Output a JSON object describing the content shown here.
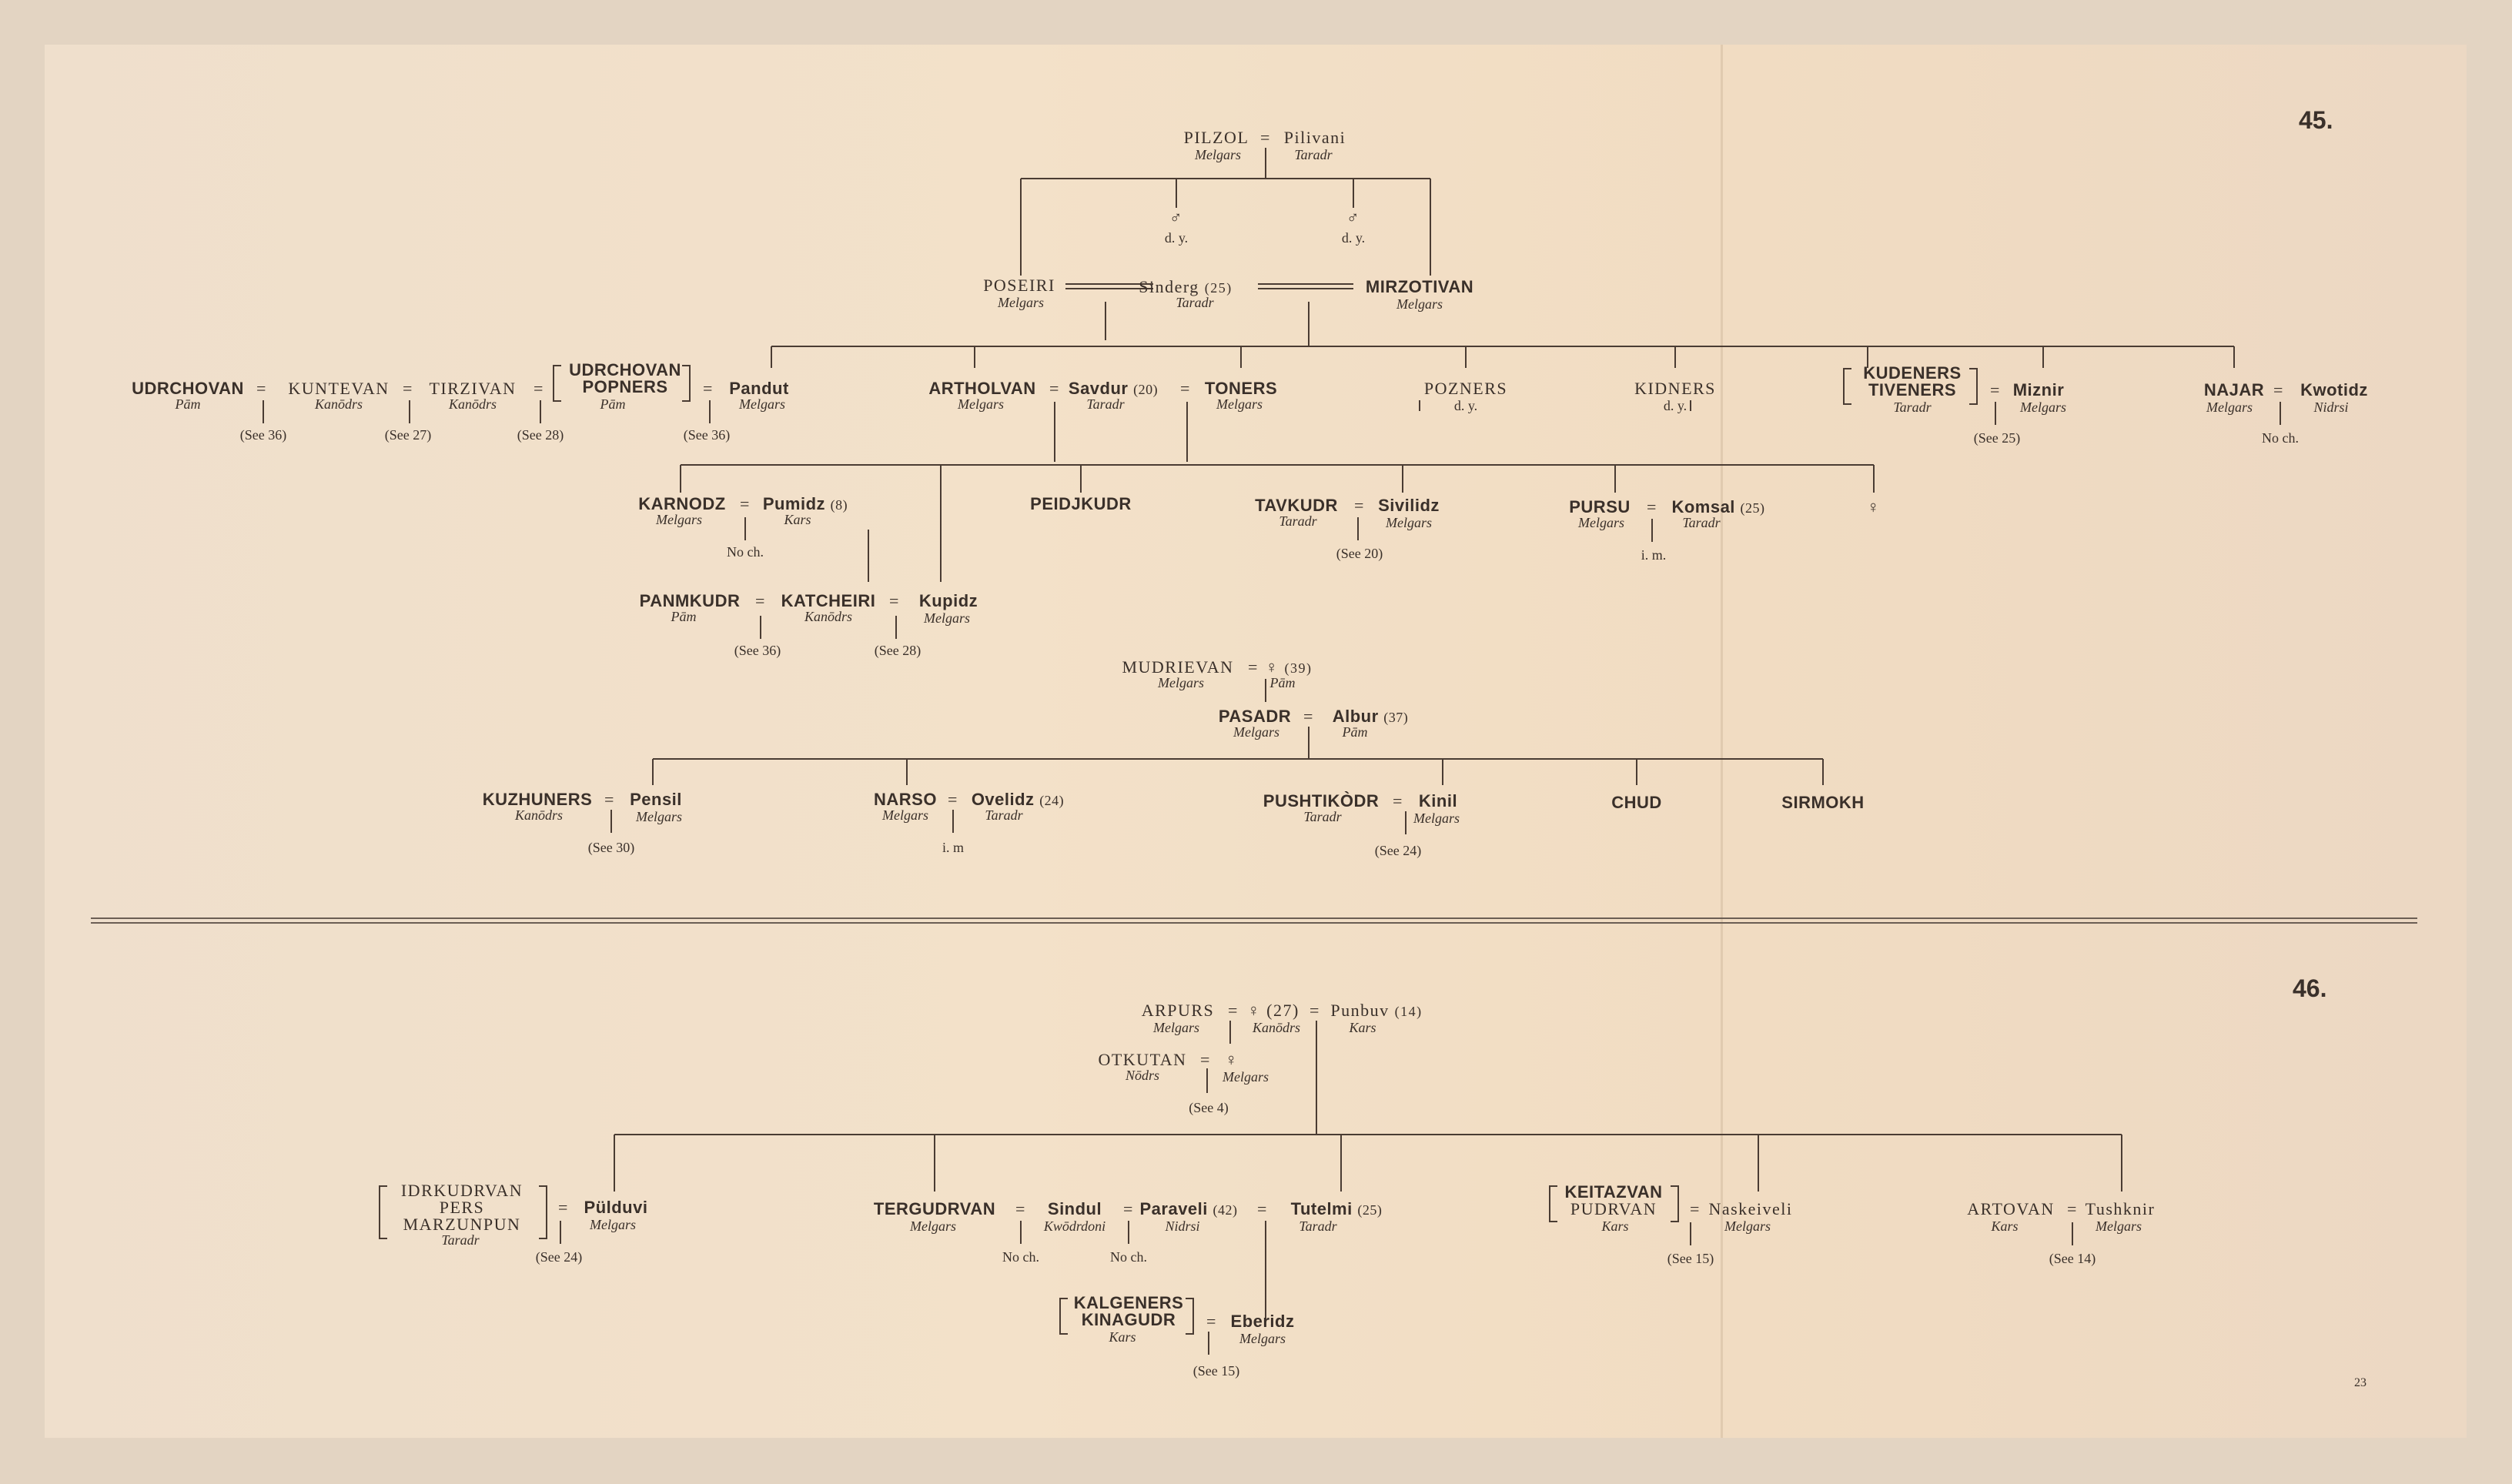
{
  "page": {
    "plate_45": "45.",
    "plate_46": "46.",
    "page_number": "23"
  },
  "clans": {
    "melgars": "Melgars",
    "taradr": "Taradr",
    "pam": "Pām",
    "kanodrs": "Kanōdrs",
    "kars": "Kars",
    "nidrsi": "Nidrsi",
    "nodrs": "Nōdrs",
    "kwodrdoni": "Kwōdrdoni"
  },
  "symbols": {
    "male": "♂",
    "female": "♀",
    "eq": "="
  },
  "notes": {
    "dy": "d. y.",
    "noch": "No ch.",
    "im": "i. m.",
    "im2": "i. m"
  },
  "see": {
    "s4": "(See 4)",
    "s14": "(See 14)",
    "s15": "(See 15)",
    "s20": "(See 20)",
    "s24": "(See 24)",
    "s25": "(See 25)",
    "s27": "(See 27)",
    "s28": "(See 28)",
    "s30": "(See 30)",
    "s36": "(See 36)"
  },
  "t45": {
    "pilzol": "PILZOL",
    "pilivani": "Pilivani",
    "poseiri": "POSEIRI",
    "sinderg": "Sinderg",
    "sinderg_n": "(25)",
    "mirzotivan": "MIRZOTIVAN",
    "udrchovan": "UDRCHOVAN",
    "kuntevan": "KUNTEVAN",
    "tirzivan": "TIRZIVAN",
    "udrchovan2": "UDRCHOVAN",
    "popners": "POPNERS",
    "pandut": "Pandut",
    "artholvan": "ARTHOLVAN",
    "savdur": "Savdur",
    "savdur_n": "(20)",
    "toners": "TONERS",
    "pozners": "POZNERS",
    "kidners": "KIDNERS",
    "kudeners": "KUDENERS",
    "tiveners": "TIVENERS",
    "miznir": "Miznir",
    "najar": "NAJAR",
    "kwotidz": "Kwotidz",
    "karnodz": "KARNODZ",
    "pumidz": "Pumidz",
    "pumidz_n": "(8)",
    "peidjkudr": "PEIDJKUDR",
    "tavkudr": "TAVKUDR",
    "sivilidz": "Sivilidz",
    "pursu": "PURSU",
    "komsal": "Komsal",
    "komsal_n": "(25)",
    "panmkudr": "PANMKUDR",
    "katcheiri": "KATCHEIRI",
    "kupidz": "Kupidz",
    "mudrievan": "MUDRIEVAN",
    "mudrievan_n": "(39)",
    "pasadr": "PASADR",
    "albur": "Albur",
    "albur_n": "(37)",
    "kuzhuners": "KUZHUNERS",
    "pensil": "Pensil",
    "narso": "NARSO",
    "ovelidz": "Ovelidz",
    "ovelidz_n": "(24)",
    "pushtikodr": "PUSHTIKÒDR",
    "kinil": "Kinil",
    "chud": "CHUD",
    "sirmokh": "SIRMOKH"
  },
  "t46": {
    "arpurs": "ARPURS",
    "arpurs_f": "♀ (27)",
    "punbuv": "Punbuv",
    "punbuv_n": "(14)",
    "otkutan": "OTKUTAN",
    "idrkudrvan": "IDRKUDRVAN",
    "pers": "PERS",
    "marzunpun": "MARZUNPUN",
    "pulduvi": "Pülduvi",
    "tergudrvan": "TERGUDRVAN",
    "sindul": "Sindul",
    "paraveli": "Paraveli",
    "paraveli_n": "(42)",
    "tutelmi": "Tutelmi",
    "tutelmi_n": "(25)",
    "kalgeners": "KALGENERS",
    "kinagudr": "KINAGUDR",
    "eberidz": "Eberidz",
    "keitazvan": "KEITAZVAN",
    "pudrvan": "PUDRVAN",
    "naskeiveli": "Naskeiveli",
    "artovan": "ARTOVAN",
    "tushknir": "Tushknir"
  }
}
